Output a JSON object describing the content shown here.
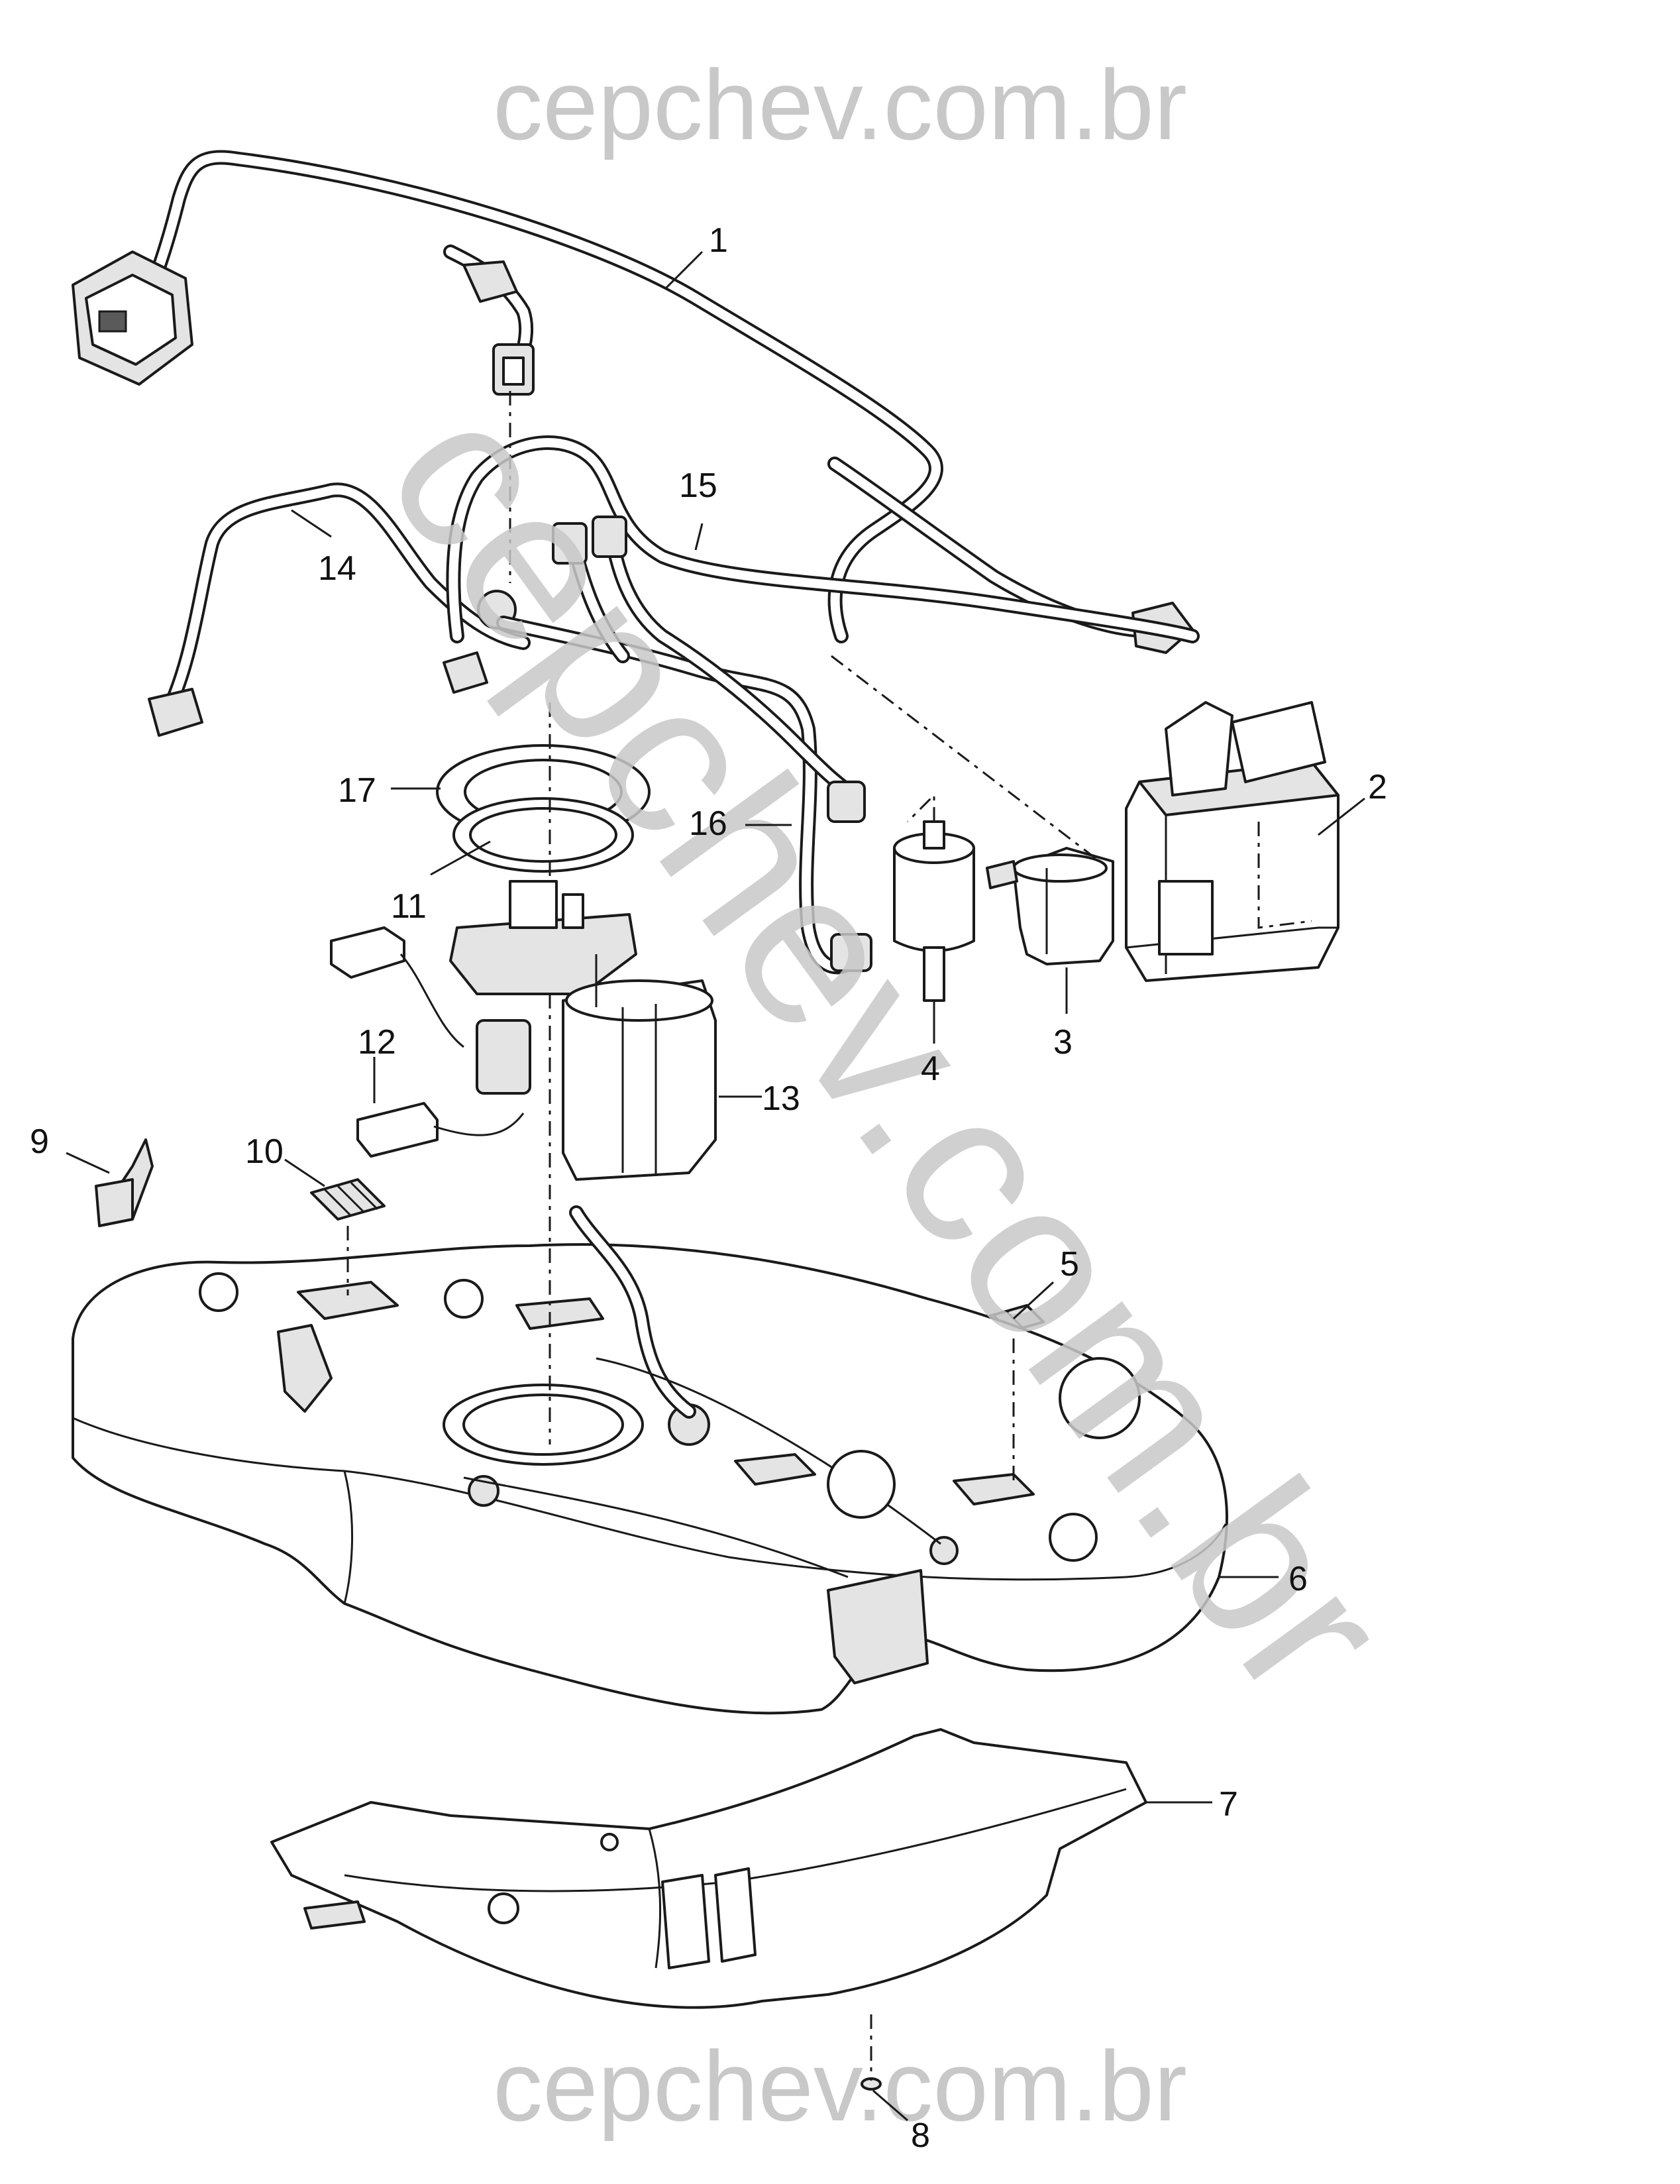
{
  "watermark": {
    "top": "cepchev.com.br",
    "bottom": "cepchev.com.br",
    "diagonal": "cepchev.com.br",
    "color": "#c8c8c8"
  },
  "callouts": [
    {
      "id": "1",
      "label": "1"
    },
    {
      "id": "2",
      "label": "2"
    },
    {
      "id": "3",
      "label": "3"
    },
    {
      "id": "4",
      "label": "4"
    },
    {
      "id": "5",
      "label": "5"
    },
    {
      "id": "6",
      "label": "6"
    },
    {
      "id": "7",
      "label": "7"
    },
    {
      "id": "8",
      "label": "8"
    },
    {
      "id": "9",
      "label": "9"
    },
    {
      "id": "10",
      "label": "10"
    },
    {
      "id": "11",
      "label": "11"
    },
    {
      "id": "12",
      "label": "12"
    },
    {
      "id": "13",
      "label": "13"
    },
    {
      "id": "14",
      "label": "14"
    },
    {
      "id": "15",
      "label": "15"
    },
    {
      "id": "16",
      "label": "16"
    },
    {
      "id": "17",
      "label": "17"
    }
  ]
}
